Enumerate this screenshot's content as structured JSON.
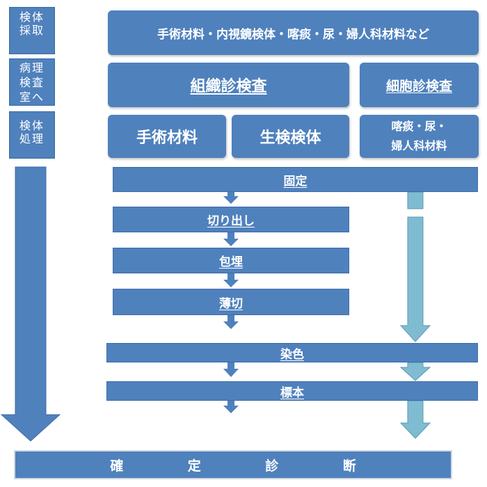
{
  "side_steps": [
    "検体\n採取",
    "病理\n検査\n室へ",
    "検体\n処理"
  ],
  "top_banner": "手術材料・内視鏡検体・喀痰・尿・婦人科材料など",
  "histology_header": "組織診検査",
  "cytology_header": "細胞診検査",
  "surgical_material": "手術材料",
  "biopsy_specimen": "生検検体",
  "cytology_material_line1": "喀痰・尿・",
  "cytology_material_line2": "婦人科材料",
  "steps": {
    "fixation": "固定",
    "grossing": "切り出し",
    "embedding": "包埋",
    "sectioning": "薄切",
    "staining": "染色",
    "specimen": "標本"
  },
  "final_diagnosis": [
    "確",
    "定",
    "診",
    "断"
  ],
  "colors": {
    "box_blue": "#4f81bd",
    "arrow_blue": "#4f81bd",
    "cytology_arrow": "#7fbcd2"
  }
}
